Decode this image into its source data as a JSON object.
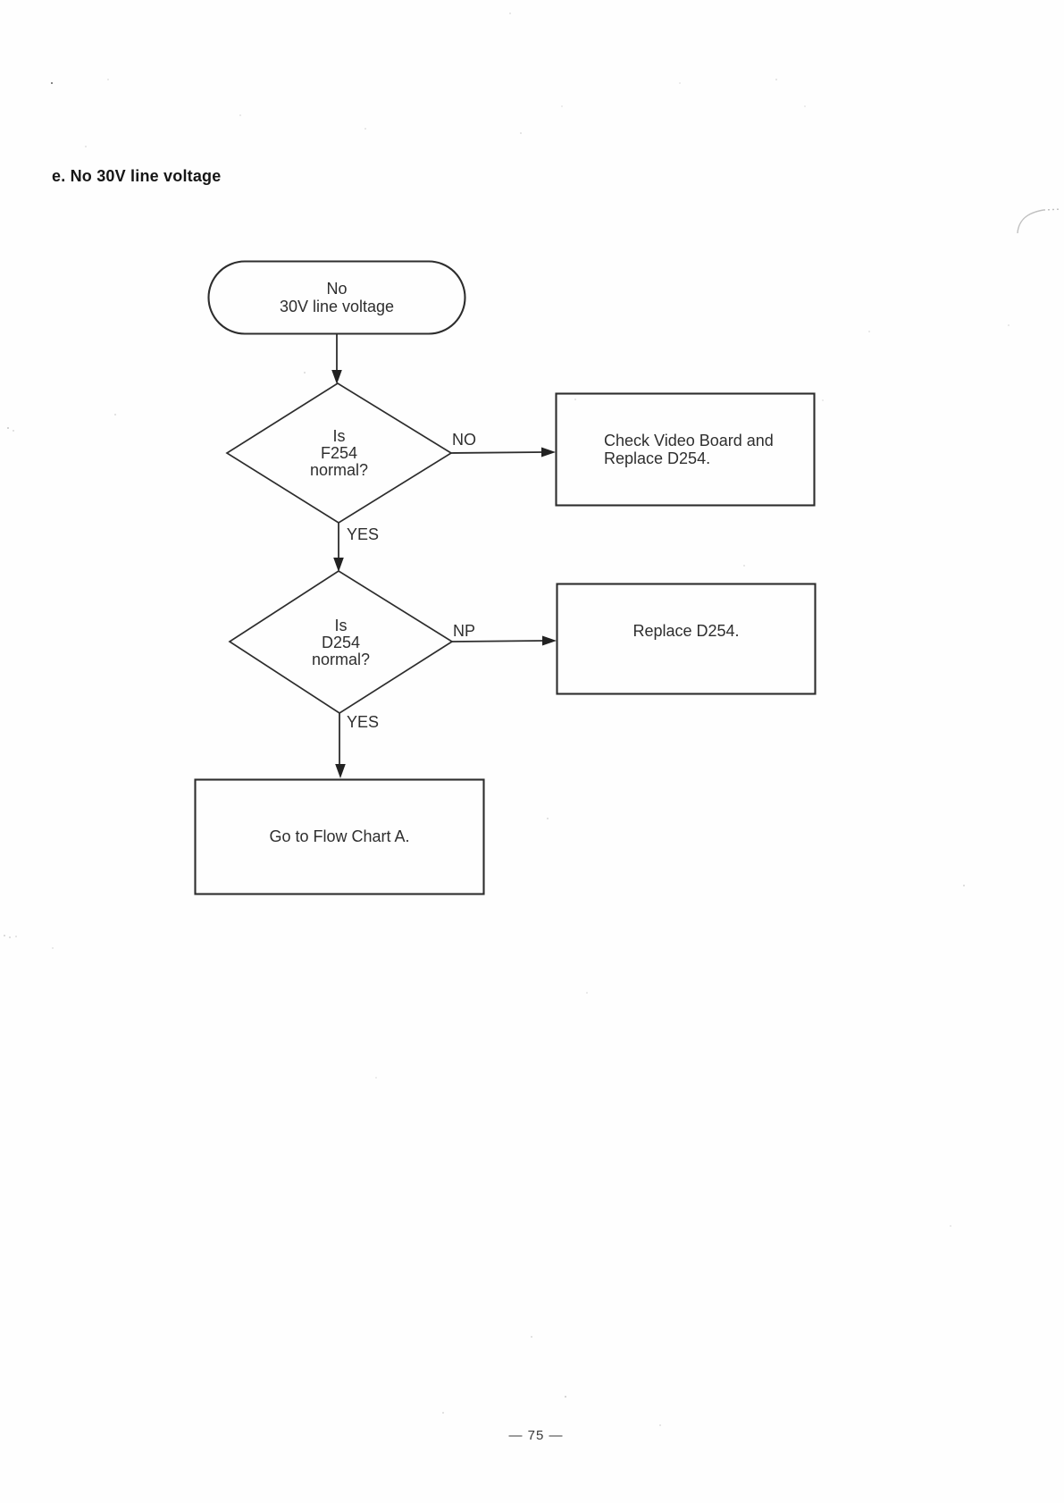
{
  "document": {
    "section_title": "e. No 30V line voltage",
    "page_number": "— 75 —"
  },
  "flowchart": {
    "start_terminator": {
      "line1": "No",
      "line2": "30V line voltage"
    },
    "decision_f254": {
      "line1": "Is",
      "line2": "F254",
      "line3": "normal?"
    },
    "branch_no_label": "NO",
    "branch_yes1_label": "YES",
    "action_check_video": {
      "line1": "Check Video Board and",
      "line2": "Replace D254."
    },
    "decision_d254": {
      "line1": "Is",
      "line2": "D254",
      "line3": "normal?"
    },
    "branch_np_label": "NP",
    "branch_yes2_label": "YES",
    "action_replace_label": "Replace D254.",
    "action_goto_label": "Go to Flow Chart A."
  },
  "colors": {
    "ink": "#2a2a2a",
    "paper": "#fefefe"
  }
}
